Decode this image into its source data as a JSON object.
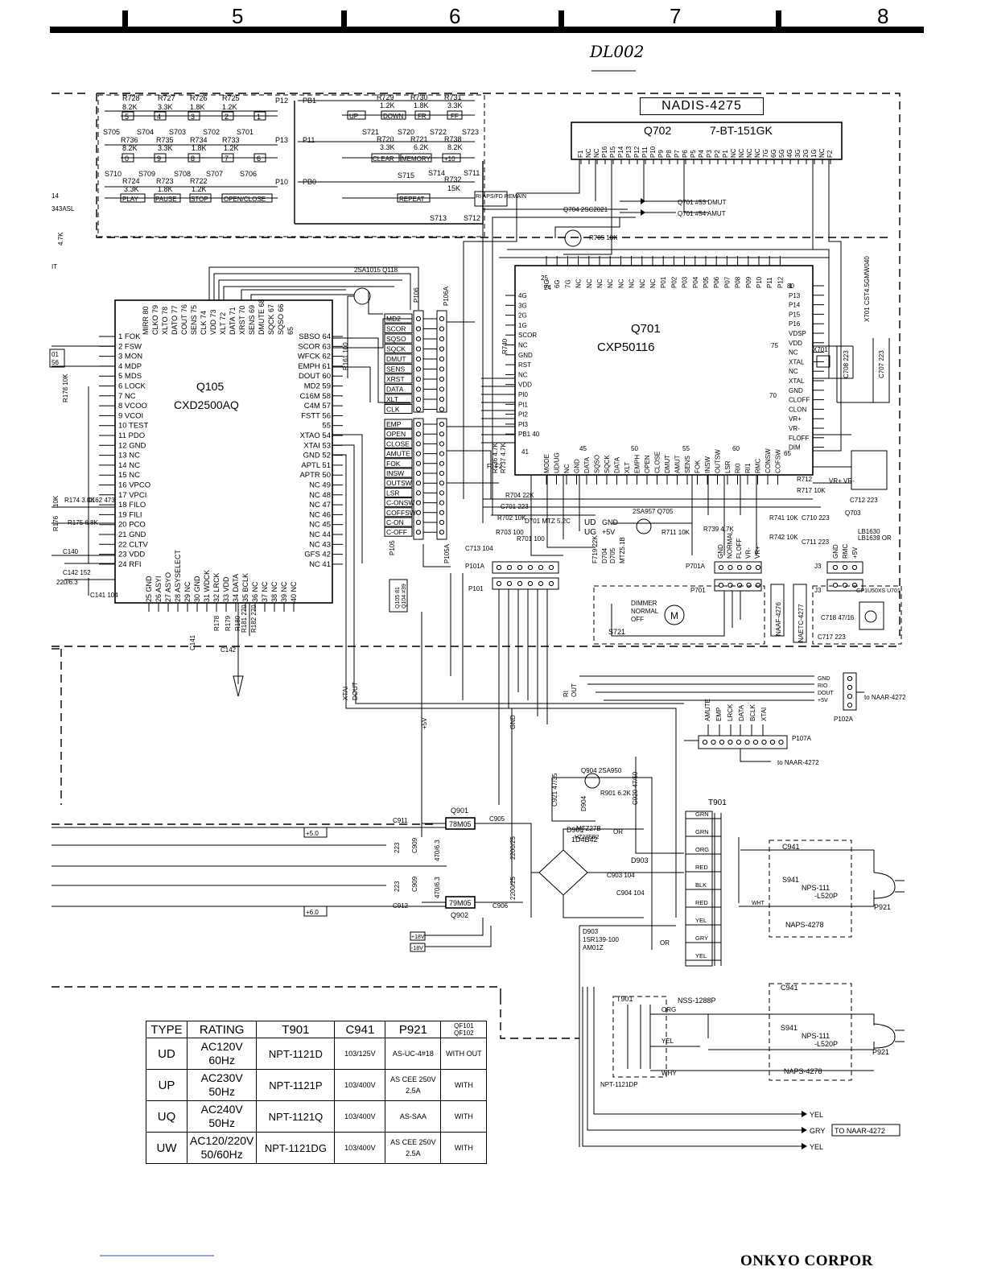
{
  "header": {
    "grid_numbers": [
      "5",
      "6",
      "7",
      "8"
    ],
    "doc_code": "DL002"
  },
  "display_board": {
    "name": "NADIS-4275",
    "display_ref": "Q702",
    "display_part": "7-BT-151GK",
    "display_pins": [
      "F1",
      "NC",
      "NC",
      "P16",
      "P15",
      "P14",
      "P13",
      "P12",
      "P11",
      "P10",
      "P9",
      "P8",
      "P7",
      "P6",
      "P5",
      "P4",
      "P3",
      "P2",
      "P1",
      "NC",
      "NC",
      "NC",
      "NC",
      "7G",
      "6G",
      "5G",
      "4G",
      "3G",
      "2G",
      "1G",
      "NC",
      "F2"
    ]
  },
  "keys": {
    "row1_resistors": [
      "R728",
      "R727",
      "R726",
      "R725",
      "R729",
      "R730",
      "R731"
    ],
    "row1_values": [
      "8.2K",
      "3.3K",
      "1.8K",
      "1.2K",
      "1.2K",
      "1.8K",
      "3.3K"
    ],
    "row1_keys": [
      "5",
      "4",
      "3",
      "2",
      "1",
      "UP",
      "DOWN",
      "FR",
      "FF"
    ],
    "row1_switches": [
      "S705",
      "S704",
      "S703",
      "S702",
      "S701",
      "S721",
      "S720",
      "S722",
      "S723"
    ],
    "row2_resistors": [
      "R736",
      "R735",
      "R734",
      "R733",
      "R720",
      "R721",
      "R738"
    ],
    "row2_values": [
      "8.2K",
      "3.3K",
      "1.8K",
      "1.2K",
      "3.3K",
      "6.2K",
      "8.2K"
    ],
    "row2_keys": [
      "0",
      "9",
      "8",
      "7",
      "6",
      "CLEAR",
      "MEMORY",
      "+10"
    ],
    "row2_switches": [
      "S710",
      "S709",
      "S708",
      "S707",
      "S706",
      "S715",
      "S714",
      "S711"
    ],
    "row3_resistors": [
      "R724",
      "R723",
      "R722",
      "R732"
    ],
    "row3_values": [
      "3.3K",
      "1.8K",
      "1.2K",
      "15K"
    ],
    "row3_keys": [
      "PLAY",
      "PAUSE",
      "STOP",
      "OPEN/CLOSE",
      "REPEAT",
      "RI APS/FD REMAIN"
    ],
    "row3_switches": [
      "S713",
      "S712"
    ],
    "port_labels": [
      "P12",
      "P13",
      "P10",
      "PB1",
      "P11",
      "PB0"
    ]
  },
  "q105": {
    "ref": "Q105",
    "part": "CXD2500AQ",
    "left_pins": [
      "1 FOK",
      "2 FSW",
      "3 MON",
      "4 MDP",
      "5 MDS",
      "6 LOCK",
      "7 NC",
      "8 VCOO",
      "9 VCOI",
      "10 TEST",
      "11 PDO",
      "12 GND",
      "13 NC",
      "14 NC",
      "15 NC",
      "16 VPCO",
      "17 VPCI",
      "18 FILO",
      "19 FILI",
      "20 PCO",
      "21 GND",
      "22 CLTV",
      "23 VDD",
      "24 RFI"
    ],
    "right_pins": [
      "SBSO 64",
      "SCOR 63",
      "WFCK 62",
      "EMPH 61",
      "DOUT 60",
      "MD2 59",
      "C16M 58",
      "C4M 57",
      "FSTT 56",
      "55",
      "XTAO 54",
      "XTAI 53",
      "GND 52",
      "APTL 51",
      "APTR 50",
      "NC 49",
      "NC 48",
      "NC 47",
      "NC 46",
      "NC 45",
      "NC 44",
      "NC 43",
      "GFS 42",
      "NC 41"
    ],
    "top_pins": [
      "MIRR 80",
      "CLKO 79",
      "XLTO 78",
      "DATO 77",
      "COUT 76",
      "SENS 75",
      "CLK 74",
      "VDD 73",
      "XLT 72",
      "DATA 71",
      "XRST 70",
      "SENS 69",
      "DMUTE 68",
      "SQCK 67",
      "SQSO 66",
      "65"
    ],
    "bottom_pins": [
      "25 GND",
      "26 ASYI",
      "27 ASYO",
      "28 ASYSELECT",
      "29 NC",
      "30 GND",
      "31 WDCK",
      "32 LRCK",
      "33 VDD",
      "34 DATA",
      "35 BCLK",
      "36 NC",
      "37 NC",
      "38 NC",
      "39 NC",
      "40 NC"
    ]
  },
  "q701": {
    "ref": "Q701",
    "part": "CXP50116",
    "left_pins": [
      "4G",
      "3G",
      "2G",
      "1G",
      "SCOR",
      "NC",
      "GND",
      "RST",
      "NC",
      "VDD",
      "PI0",
      "PI1",
      "PI2",
      "PI3",
      "PB1 40"
    ],
    "right_pins": [
      "1",
      "P13",
      "P14",
      "P15",
      "P16",
      "VDSP",
      "VDD",
      "NC",
      "XTAL",
      "NC",
      "XTAL",
      "GND",
      "CLOFF",
      "CLON",
      "VR+",
      "VR-",
      "FLOFF",
      "DIM"
    ],
    "right_pin_nums": [
      "80",
      "75",
      "70",
      "65"
    ],
    "top_pins": [
      "5G",
      "6G",
      "7G",
      "NC",
      "NC",
      "NC",
      "NC",
      "NC",
      "NC",
      "NC",
      "NC",
      "P01",
      "P02",
      "P03",
      "P04",
      "P05",
      "P06",
      "P07",
      "P08",
      "P09",
      "P10",
      "P11",
      "P12"
    ],
    "top_pin_nums": [
      "25",
      "24"
    ],
    "bottom_pins": [
      "MODE",
      "UD/UG",
      "NC",
      "GND",
      "DATA",
      "SQSO",
      "SQCK",
      "DATA",
      "XLT",
      "EMPH",
      "OPEN",
      "CLOSE",
      "DMUT",
      "AMUT",
      "SENS",
      "FOK",
      "INSW",
      "OUTSW",
      "LSR",
      "RI0",
      "RI1",
      "RMC",
      "CONSW",
      "COFSW"
    ],
    "bottom_pin_nums": [
      "41",
      "45",
      "50",
      "55",
      "60"
    ]
  },
  "connector_p106": {
    "name": "P106",
    "name_a": "P106A",
    "signals": [
      "MD2",
      "SCOR",
      "SQSO",
      "SQCK",
      "DMUT",
      "SENS",
      "XRST",
      "DATA",
      "XLT",
      "CLK"
    ]
  },
  "connector_p105": {
    "name": "P105",
    "name_a": "P105A",
    "signals": [
      "EMP",
      "OPEN",
      "CLOSE",
      "AMUTE",
      "FOK",
      "INSW",
      "OUTSW",
      "LSR",
      "C-ONSW",
      "COFFSW",
      "C-ON",
      "C-OFF"
    ]
  },
  "misc_labels": {
    "q704": "Q704 2SC2021",
    "q701_53": "Q701 #53 DMUT",
    "q701_54": "Q701 #54 AMUT",
    "r705": "R705 10K",
    "q118": "2SA1015 Q118",
    "r161": "R161 100",
    "x701": "X701 CST4.5GMW040",
    "x701_box": "X701",
    "c708": "C708 223",
    "c707": "C707 223",
    "r740": "R740",
    "r737": "R737 4.7K",
    "r736b": "R736 4.7K",
    "f1": "F1",
    "f2": "F2",
    "r704": "R704 22K",
    "c701": "C701 223",
    "r702": "R702 10K",
    "r703": "R703 100",
    "r701": "R701 100",
    "c713": "C713 104",
    "d701": "D701 MTZ 5.2C",
    "ud": "UD",
    "ug": "UG",
    "plus5": "+5V",
    "gnd": "GND",
    "f719": "F719 22K",
    "d704": "D704",
    "d705": "D705",
    "d705b": "MTZ5.1B",
    "q705": "2SA957 Q705",
    "r711": "R711 10K",
    "r739": "R739 4.7K",
    "r741": "R741 10K",
    "r742": "R742 10K",
    "c710": "C710 223",
    "c711": "C711 223",
    "r712": "R712",
    "r717": "R717 10K",
    "c712": "C712 223",
    "vr_label": "VR+ VR-",
    "q703": "Q703",
    "lb1630": "LB1630",
    "lb1639": "LB1639 OR",
    "p701a": "P701A",
    "p701": "P701",
    "p701_pins": [
      "GND",
      "NORMAL",
      "FLOFF",
      "VR-",
      "VR+"
    ],
    "j3_pins": [
      "GND",
      "RMC",
      "+5V"
    ],
    "j3": "J3",
    "dimmer": [
      "DIMMER",
      "NORMAL",
      "OFF"
    ],
    "s721": "S721",
    "motor": "M",
    "naaf": "NAAF-4276",
    "naetc": "NAETC-4277",
    "gp1u": "GP1U50XS U701",
    "c718": "C718 47/16",
    "c717": "C717 223",
    "p101a": "P101A",
    "p101": "P101",
    "q105_81": "Q105 81",
    "q104_85": "Q104 #39",
    "r174": "R174 3.3K",
    "c162": "C162 473",
    "r176": "R176 10K",
    "r175": "R175 6.8K",
    "c140": "C140",
    "c142": "C142 152",
    "c142b": "220/6.3",
    "c141": "C141 104",
    "c141b": "C141",
    "r178": "R178",
    "r179": "R179",
    "r180": "R180",
    "r181": "R181 270",
    "r182": "R182 270",
    "c142c": "C142",
    "left_labels": [
      "14",
      "343ASL",
      "4.7K",
      "IT",
      "01",
      "56",
      "R178 10K",
      "10K",
      "R176"
    ],
    "xtai_dout": [
      "XTAI",
      "DOUT"
    ],
    "ri_out": [
      "RI",
      "OUT"
    ],
    "p102a_pins": [
      "GND",
      "RIO",
      "DOUT",
      "+5V"
    ],
    "p102a": "P102A",
    "to_naar_1": "to NAAR-4272",
    "p107a_pins": [
      "AMUTE",
      "EMP",
      "LRCK",
      "DATA",
      "BCLK",
      "XTAI"
    ],
    "p107a": "P107A",
    "to_naar_2": "to NAAR-4272",
    "plus5v_vert": "+5V",
    "gnd_vert": "GND"
  },
  "power": {
    "q904": "Q904 2SA950",
    "c921": "C921 47/35",
    "d904": "D904",
    "r901": "R901 6.2K",
    "c920": "C920 47/50",
    "d904_part": "MTZ27B",
    "hz27": "HZ27EB2",
    "or": "OR",
    "q901": "Q901",
    "reg1": "78M05",
    "reg2": "79M05",
    "q902": "Q902",
    "c911": "C911",
    "c905": "C905",
    "c909": "C909",
    "c907": "470/6.3",
    "c905v": "2200/25",
    "c906v": "2200/25",
    "c912": "C912",
    "c906": "C906",
    "c223": "223",
    "plus5_box": "+5.0",
    "plus6_box": "+6.0",
    "plus18": "+18V",
    "minus18": "-18V",
    "d901": "D901",
    "d901_part": "1D4B42",
    "d903": "D903",
    "c903": "C903 104",
    "c904": "C904 104",
    "t901": "T901",
    "t901_wires": [
      "GRN",
      "GRN",
      "ORG",
      "RED",
      "BLK",
      "RED",
      "YEL",
      "GRY",
      "YEL"
    ],
    "d903b": "D903",
    "d903b_part": "1SR139-100",
    "am01z": "AM01Z",
    "c941": "C941",
    "s941": "S941",
    "nps": "NPS-111",
    "nps2": "-L520P",
    "whi": "WHT",
    "naps": "NAPS-4278",
    "p921": "P921",
    "t901b": "T901",
    "nss": "NSS-1288P",
    "orgb": "ORG",
    "yelb": "YEL",
    "whyb": "WHY",
    "npt": "NPT-1121DP",
    "c941b": "C941",
    "s941b": "S941",
    "nps_b": "NPS-111",
    "nps2_b": "-L520P",
    "naps_b": "NAPS-4278",
    "p921b": "P921",
    "out_yel1": "YEL",
    "out_gry": "GRY",
    "to_naar_box": "TO NAAR-4272",
    "out_yel2": "YEL"
  },
  "rating_table": {
    "headers": [
      "TYPE",
      "RATING",
      "T901",
      "C941",
      "P921",
      "QF101 QF102"
    ],
    "rows": [
      {
        "type": "UD",
        "rating": "AC120V 60Hz",
        "t901": "NPT-1121D",
        "c941": "103/125V",
        "p921": "AS-UC-4#18",
        "qf": "WITH OUT"
      },
      {
        "type": "UP",
        "rating": "AC230V 50Hz",
        "t901": "NPT-1121P",
        "c941": "103/400V",
        "p921": "AS CEE 250V 2.5A",
        "qf": "WITH"
      },
      {
        "type": "UQ",
        "rating": "AC240V 50Hz",
        "t901": "NPT-1121Q",
        "c941": "103/400V",
        "p921": "AS-SAA",
        "qf": "WITH"
      },
      {
        "type": "UW",
        "rating": "AC120/220V 50/60Hz",
        "t901": "NPT-1121DG",
        "c941": "103/400V",
        "p921": "AS CEE 250V 2.5A",
        "qf": "WITH"
      }
    ]
  },
  "footer": {
    "maker": "ONKYO CORPOR"
  }
}
